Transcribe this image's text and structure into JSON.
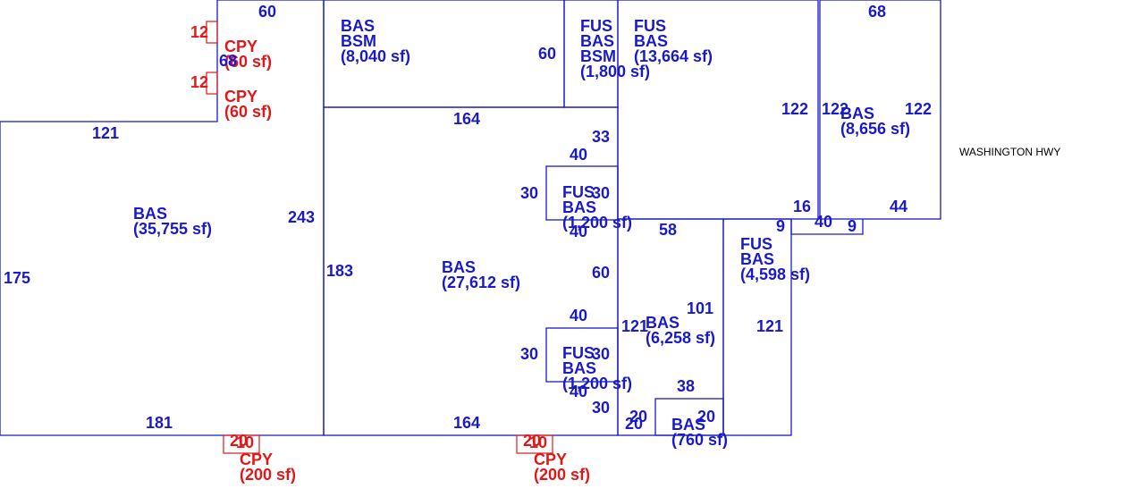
{
  "street_label": "WASHINGTON HWY",
  "colors": {
    "building": "#1a1ac8",
    "canopy": "#e01818",
    "street": "#000000"
  },
  "areas": [
    {
      "codes": [
        "BAS",
        "BSM"
      ],
      "area": "(8,040 sf)"
    },
    {
      "codes": [
        "FUS",
        "BAS",
        "BSM"
      ],
      "area": "(1,800 sf)"
    },
    {
      "codes": [
        "FUS",
        "BAS"
      ],
      "area": "(13,664 sf)"
    },
    {
      "codes": [
        "BAS"
      ],
      "area": "(8,656 sf)"
    },
    {
      "codes": [
        "BAS"
      ],
      "area": "(35,755 sf)"
    },
    {
      "codes": [
        "BAS"
      ],
      "area": "(27,612 sf)"
    },
    {
      "codes": [
        "FUS",
        "BAS"
      ],
      "area": "(1,200 sf)"
    },
    {
      "codes": [
        "FUS",
        "BAS"
      ],
      "area": "(1,200 sf)"
    },
    {
      "codes": [
        "FUS",
        "BAS"
      ],
      "area": "(4,598 sf)"
    },
    {
      "codes": [
        "BAS"
      ],
      "area": "(6,258 sf)"
    },
    {
      "codes": [
        "BAS"
      ],
      "area": "(760 sf)"
    }
  ],
  "canopies": [
    {
      "code": "CPY",
      "area": "(60 sf)"
    },
    {
      "code": "CPY",
      "area": "(60 sf)"
    },
    {
      "code": "CPY",
      "area": "(200 sf)"
    },
    {
      "code": "CPY",
      "area": "(200 sf)"
    }
  ],
  "dimensions": [
    "60",
    "68",
    "121",
    "175",
    "243",
    "181",
    "164",
    "183",
    "164",
    "60",
    "33",
    "40",
    "30",
    "30",
    "40",
    "60",
    "40",
    "30",
    "30",
    "40",
    "30",
    "122",
    "122",
    "122",
    "68",
    "16",
    "9",
    "40",
    "9",
    "44",
    "58",
    "101",
    "121",
    "121",
    "38",
    "20",
    "20",
    "20"
  ],
  "canopy_dimensions": [
    "12",
    "12",
    "20",
    "10",
    "20",
    "10"
  ]
}
